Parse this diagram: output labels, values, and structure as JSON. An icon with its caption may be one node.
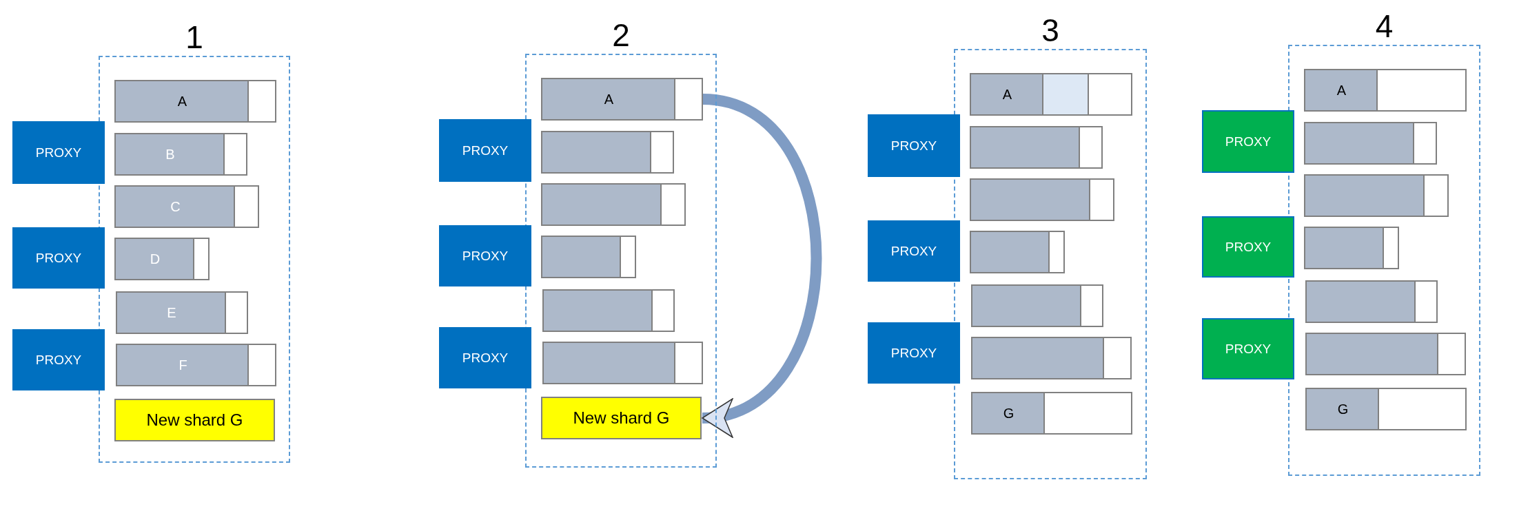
{
  "diagram": {
    "nodes": [
      {
        "text": [
          "1"
        ]
      },
      {
        "text": [
          "A"
        ],
        "in": 0
      },
      {
        "text": [
          "B"
        ],
        "in": 0
      },
      {
        "text": [
          "C"
        ],
        "in": 0
      },
      {
        "text": [
          "D"
        ],
        "in": 0
      },
      {
        "text": [
          "E"
        ],
        "in": 0
      },
      {
        "text": [
          "F"
        ],
        "in": 0
      },
      {
        "text": [
          "New shard G"
        ],
        "in": 0
      },
      {
        "text": [
          "PROXY"
        ]
      },
      {
        "text": [
          "PROXY"
        ]
      },
      {
        "text": [
          "PROXY"
        ]
      },
      {
        "text": [
          "2"
        ]
      },
      {
        "text": [
          "A"
        ],
        "in": 11
      },
      {
        "text": [],
        "shape": "bar",
        "in": 11
      },
      {
        "text": [],
        "shape": "bar",
        "in": 11
      },
      {
        "text": [],
        "shape": "bar",
        "in": 11
      },
      {
        "text": [],
        "shape": "bar",
        "in": 11
      },
      {
        "text": [],
        "shape": "bar",
        "in": 11
      },
      {
        "text": [
          "New shard G"
        ],
        "in": 11
      },
      {
        "text": [
          "PROXY"
        ]
      },
      {
        "text": [
          "PROXY"
        ]
      },
      {
        "text": [
          "PROXY"
        ]
      },
      {
        "text": [
          "3"
        ]
      },
      {
        "text": [
          "A"
        ],
        "in": 22
      },
      {
        "text": [],
        "shape": "bar",
        "in": 22
      },
      {
        "text": [],
        "shape": "bar",
        "in": 22
      },
      {
        "text": [],
        "shape": "bar",
        "in": 22
      },
      {
        "text": [],
        "shape": "bar",
        "in": 22
      },
      {
        "text": [],
        "shape": "bar",
        "in": 22
      },
      {
        "text": [
          "G"
        ],
        "in": 22
      },
      {
        "text": [
          "PROXY"
        ]
      },
      {
        "text": [
          "PROXY"
        ]
      },
      {
        "text": [
          "PROXY"
        ]
      },
      {
        "text": [
          "4"
        ]
      },
      {
        "text": [
          "A"
        ],
        "in": 33
      },
      {
        "text": [],
        "shape": "bar",
        "in": 33
      },
      {
        "text": [],
        "shape": "bar",
        "in": 33
      },
      {
        "text": [],
        "shape": "bar",
        "in": 33
      },
      {
        "text": [],
        "shape": "bar",
        "in": 33
      },
      {
        "text": [],
        "shape": "bar",
        "in": 33
      },
      {
        "text": [
          "G"
        ],
        "in": 33
      },
      {
        "text": [
          "PROXY"
        ]
      },
      {
        "text": [
          "PROXY"
        ]
      },
      {
        "text": [
          "PROXY"
        ]
      }
    ],
    "edges": [
      {
        "from": 12,
        "to": 18,
        "arrow": "to"
      }
    ]
  }
}
